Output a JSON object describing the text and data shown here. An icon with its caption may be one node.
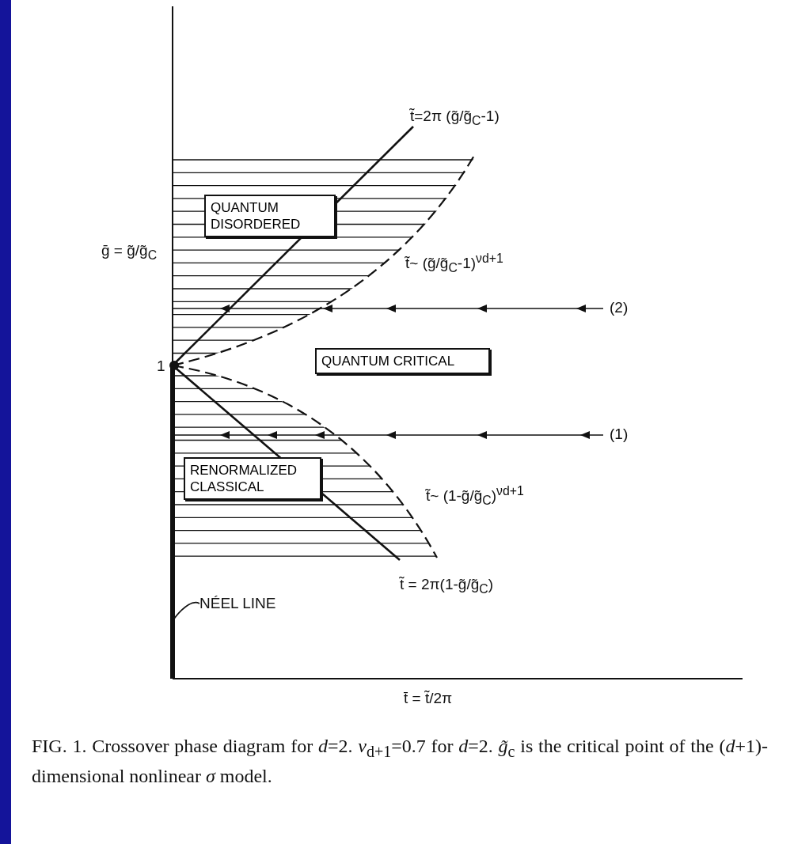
{
  "diagram": {
    "nodes": [
      {
        "text": [
          "QUANTUM DISORDERED"
        ]
      },
      {
        "text": [
          "QUANTUM CRITICAL"
        ]
      },
      {
        "text": [
          "RENORMALIZED CLASSICAL"
        ]
      },
      {
        "text": [
          "NÉEL LINE"
        ]
      },
      {
        "text": [],
        "shape": "bar"
      }
    ],
    "edges": [
      {
        "from": 3,
        "to": 4,
        "arrow": "none"
      }
    ],
    "labels": [
      "t̃=2π (g̃/g̃$_{C}$-1)",
      "t̃~ (g̃/g̃$_{C}$-1)$^{νd+1}$",
      "ḡ = g̃/g̃$_{C}$",
      "(2)",
      "1",
      "(1)",
      "t̃~ (1-g̃/g̃$_{C}$)$^{νd+1}$",
      "t̃ = 2π(1-g̃/g̃$_{C}$)",
      "t̄ = t̃/2π"
    ],
    "caption": "FIG. 1. Crossover phase diagram for *d*=2. *ν*$_{d+1}$=0.7 for *d*=2. *g̃*$_{c}$ is the critical point of the (*d*+1)-dimensional nonlinear *σ* model."
  }
}
